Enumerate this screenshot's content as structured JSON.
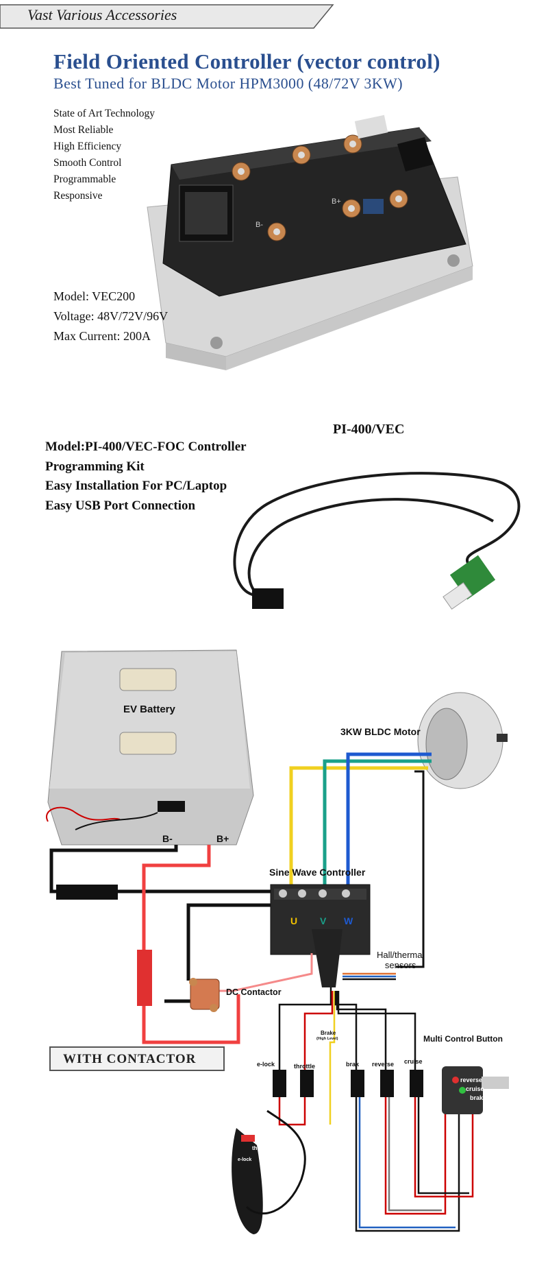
{
  "banner": {
    "text": "Vast Various Accessories"
  },
  "controller": {
    "title": "Field Oriented Controller (vector control)",
    "subtitle": "Best Tuned for BLDC Motor HPM3000 (48/72V 3KW)",
    "features": [
      "State of Art Technology",
      "Most Reliable",
      "High Efficiency",
      "Smooth Control",
      "Programmable",
      "Responsive"
    ],
    "specs": [
      "Model: VEC200",
      "Voltage: 48V/72V/96V",
      "Max Current: 200A"
    ],
    "terminal_labels": [
      "B-",
      "B+"
    ]
  },
  "kit": {
    "label": "PI-400/VEC",
    "lines": [
      "Model:PI-400/VEC-FOC Controller",
      "Programming Kit",
      "Easy Installation For PC/Laptop",
      "Easy USB Port Connection"
    ]
  },
  "diagram": {
    "battery": "EV  Battery",
    "b_minus": "B-",
    "b_plus": "B+",
    "motor": "3KW BLDC Motor",
    "controller": "Sine Wave Controller",
    "u": "U",
    "v": "V",
    "w": "W",
    "hall": "Hall/thermal\nsensors",
    "contactor": "DC Contactor",
    "brake_high": "Brake",
    "brake_high_sub": "(High Level)",
    "elock": "e-lock",
    "throttle": "throttle",
    "brak": "brak",
    "reverse": "reverse",
    "cruise": "cruise",
    "multi_button": "Multi Control Button",
    "btn_reverse": "reverse",
    "btn_cruise": "cruise",
    "btn_brake": "brake",
    "grip_lock": "e-lock",
    "grip_throttle": "throttle",
    "with_contactor": "WITH CONTACTOR"
  }
}
